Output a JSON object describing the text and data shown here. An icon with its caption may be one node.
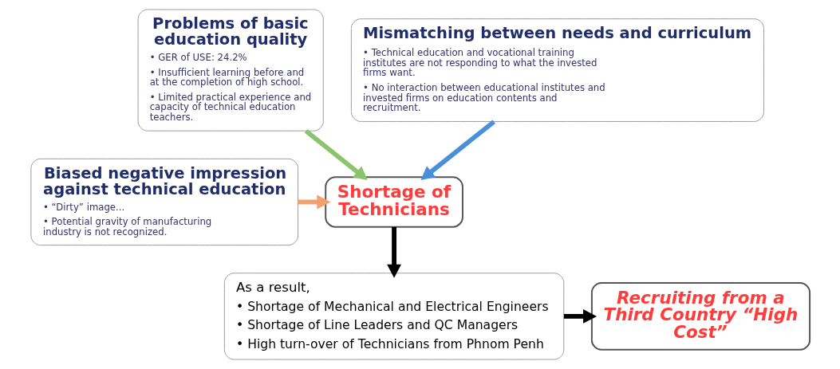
{
  "diagram": {
    "nodes": [
      {
        "text": [
          "Problems of basic education quality",
          "• GER of USE: 24.2%",
          "• Insufficient learning before and at the completion of high school.",
          "• Limited practical experience and capacity of technical education teachers."
        ]
      },
      {
        "text": [
          "Mismatching between needs and curriculum",
          "• Technical education and vocational training institutes are not responding to what the invested firms want.",
          "• No interaction between educational institutes and invested firms on education contents and recruitment."
        ]
      },
      {
        "text": [
          "Shortage of Technicians"
        ]
      },
      {
        "text": [
          "Biased negative impression against technical education",
          "• “Dirty” image...",
          "• Potential gravity of manufacturing industry is not recognized."
        ]
      },
      {
        "text": [
          "As a result,",
          "• Shortage of Mechanical and Electrical Engineers",
          "• Shortage of Line Leaders and QC Managers",
          "• High turn-over of Technicians from Phnom Penh"
        ]
      },
      {
        "text": [
          "Recruiting from a Third Country “High Cost”"
        ]
      }
    ],
    "edges": [
      {
        "from": 0,
        "to": 2,
        "arrow": "to",
        "color": "#8dc26f"
      },
      {
        "from": 1,
        "to": 2,
        "arrow": "to",
        "color": "#4a90d9"
      },
      {
        "from": 3,
        "to": 2,
        "arrow": "to",
        "color": "#f4a06c"
      },
      {
        "from": 2,
        "to": 4,
        "arrow": "to"
      },
      {
        "from": 4,
        "to": 5,
        "arrow": "to"
      }
    ]
  }
}
